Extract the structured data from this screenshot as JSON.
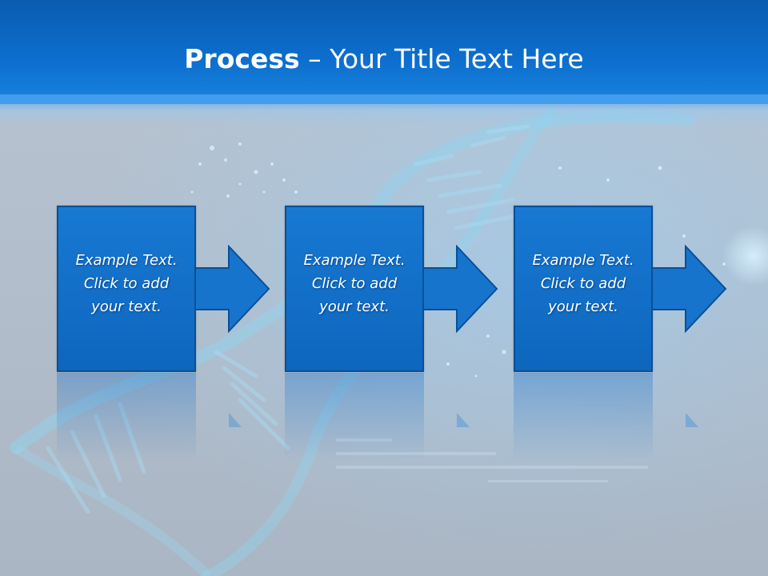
{
  "slide": {
    "title_bold": "Process",
    "title_rest": " – Your Title Text Here"
  },
  "steps": [
    {
      "line1": "Example Text.",
      "line2": "Click  to add",
      "line3": "your text."
    },
    {
      "line1": "Example Text.",
      "line2": "Click  to add",
      "line3": "your text."
    },
    {
      "line1": "Example Text.",
      "line2": "Click  to add",
      "line3": "your text."
    }
  ],
  "colors": {
    "header": "#0d6fcf",
    "box_fill": "#1472cc",
    "box_border": "#0a4f96"
  }
}
